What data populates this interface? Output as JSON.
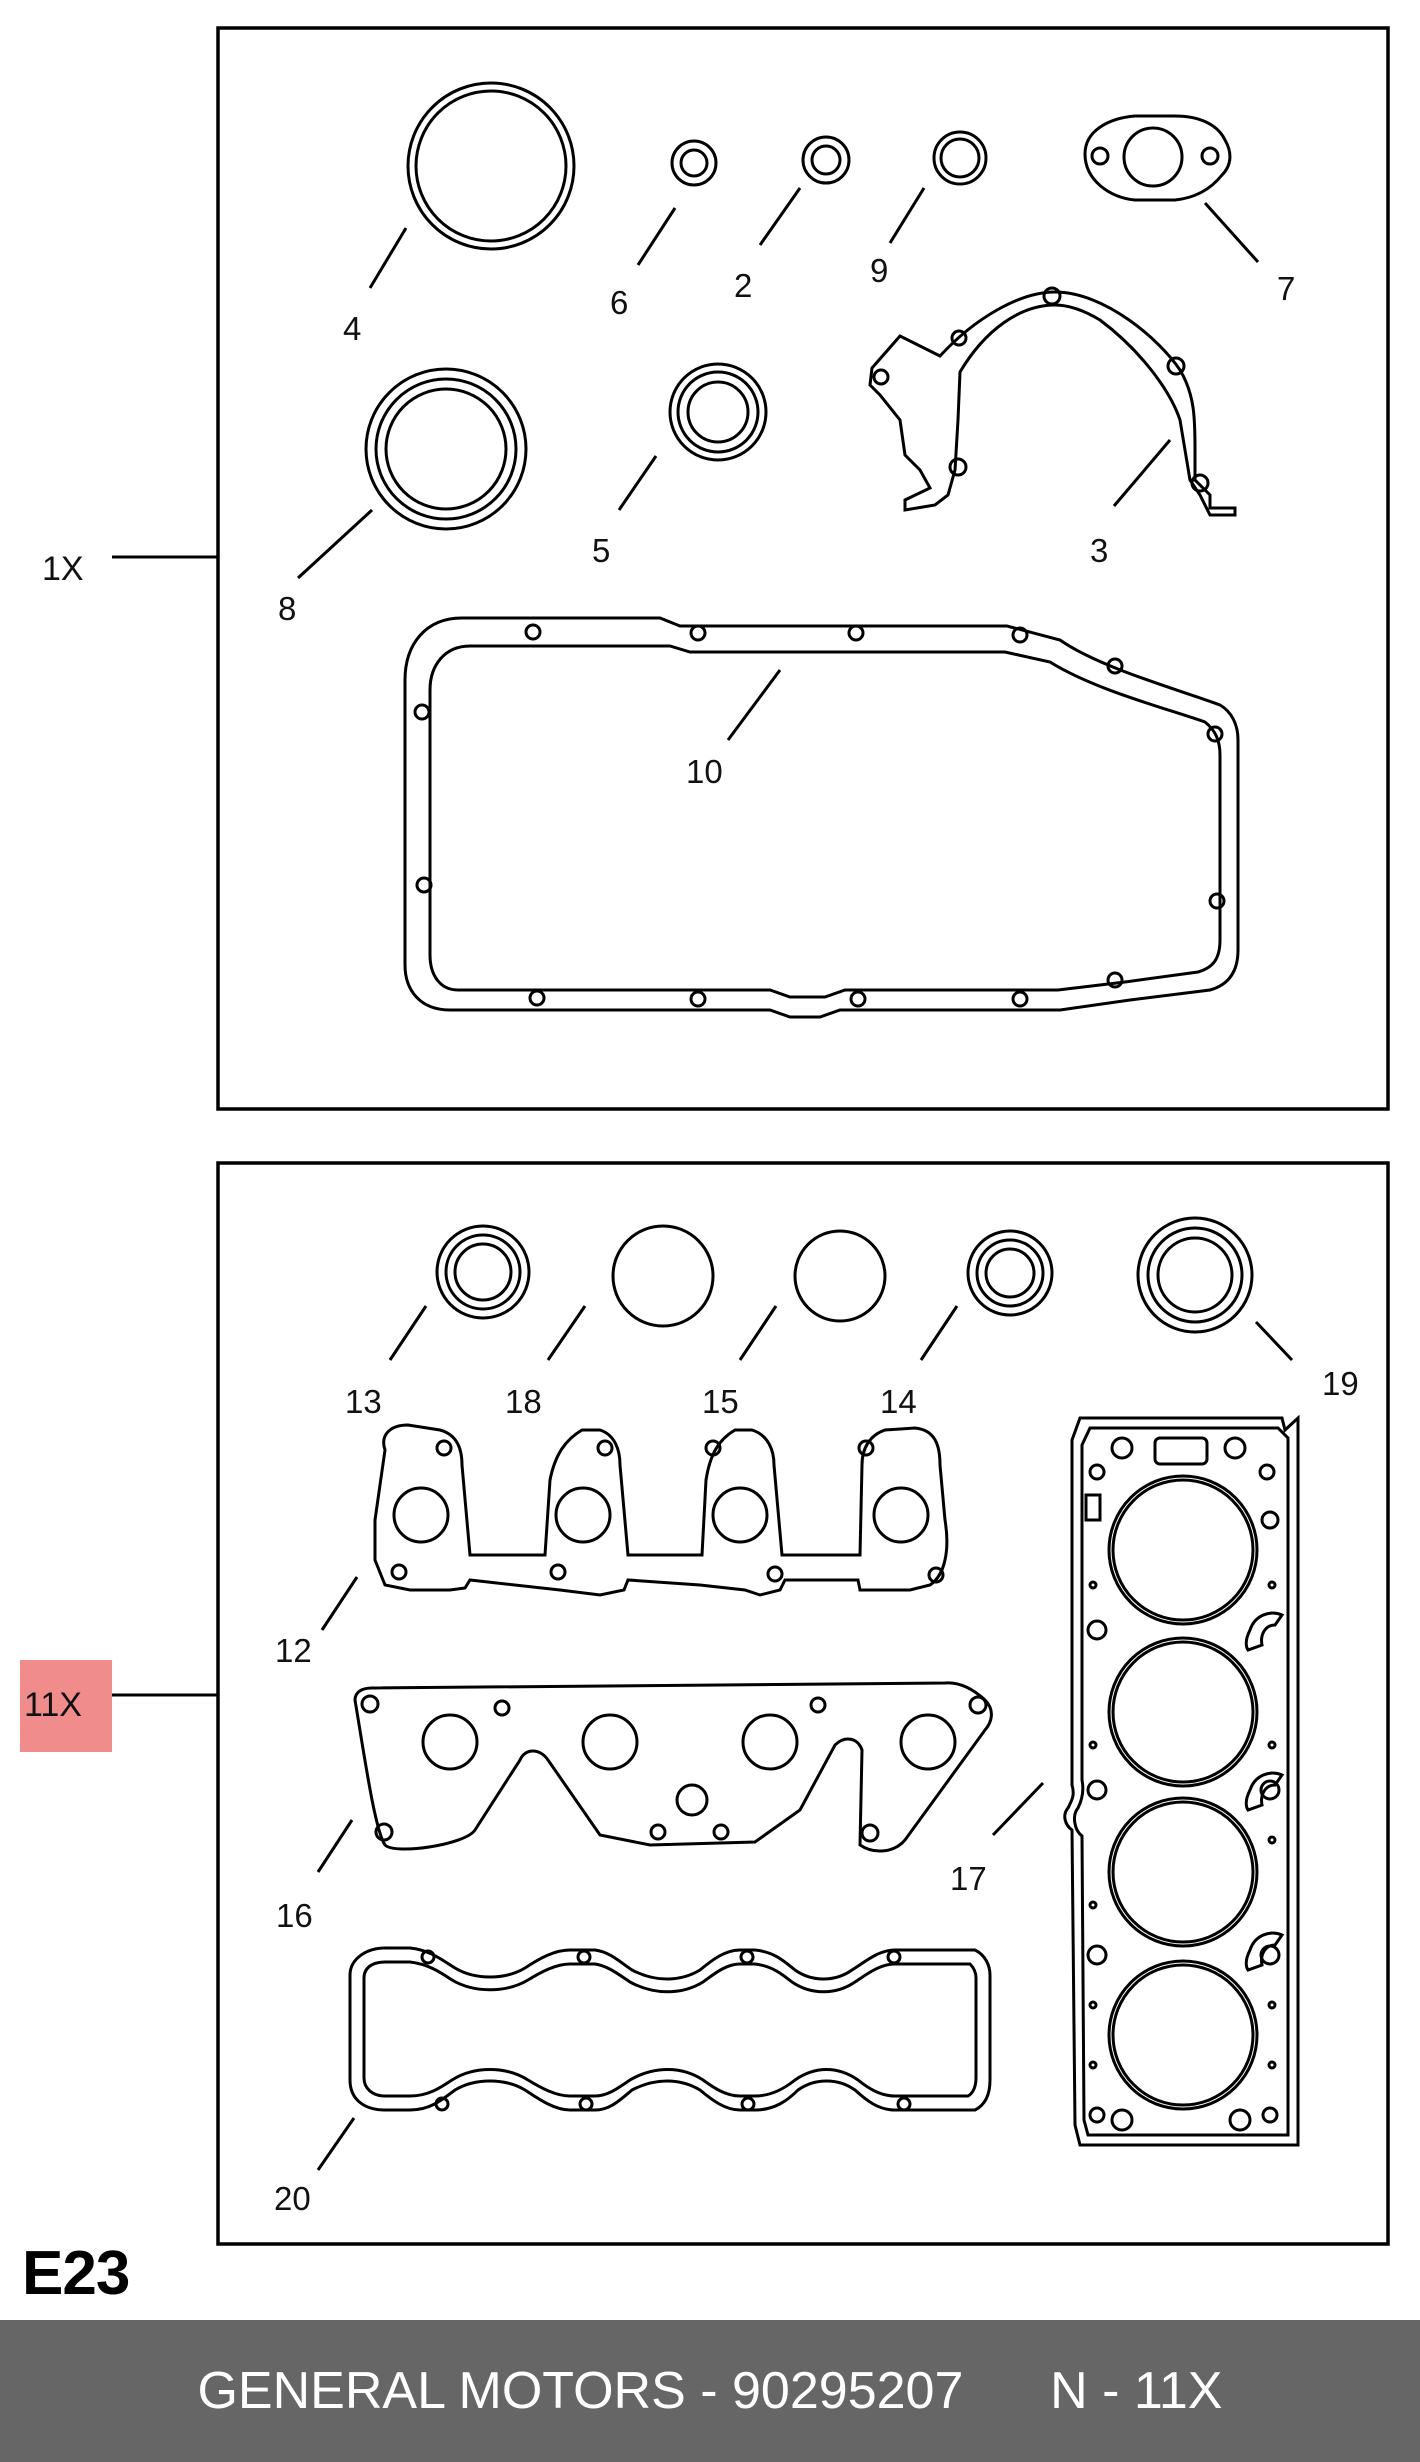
{
  "diagram": {
    "kit_labels": [
      "1X",
      "11X"
    ],
    "highlight_color": "#f08c8c",
    "upper_parts": [
      "4",
      "6",
      "2",
      "9",
      "7",
      "8",
      "5",
      "3",
      "10"
    ],
    "lower_parts": [
      "13",
      "18",
      "15",
      "14",
      "19",
      "12",
      "17",
      "16",
      "20"
    ]
  },
  "code": "E23",
  "footer": {
    "brand": "GENERAL MOTORS",
    "separator": " - ",
    "part_number": "90295207",
    "qty_label": "N - 11X"
  }
}
